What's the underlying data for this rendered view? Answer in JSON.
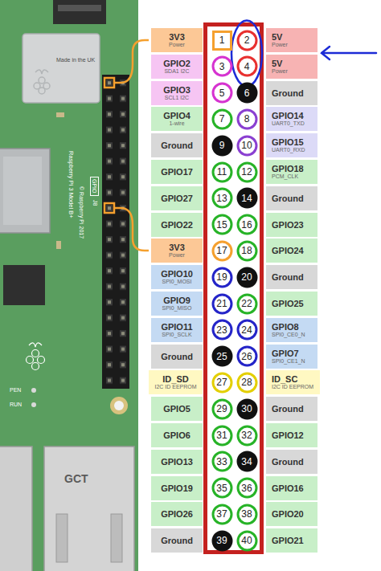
{
  "diagram": {
    "nodes": [
      {
        "text": [
          "3V3",
          "Power"
        ]
      },
      {
        "text": [
          "1"
        ]
      },
      {
        "text": [
          "2"
        ]
      },
      {
        "text": [
          "5V",
          "Power"
        ]
      },
      {
        "text": [
          "GPIO2",
          "SDA1 I2C"
        ]
      },
      {
        "text": [
          "3"
        ]
      },
      {
        "text": [
          "4"
        ]
      },
      {
        "text": [
          "5V",
          "Power"
        ]
      },
      {
        "text": [
          "GPIO3",
          "SCL1 I2C"
        ]
      },
      {
        "text": [
          "5"
        ]
      },
      {
        "text": [
          "6"
        ]
      },
      {
        "text": [
          "Ground"
        ]
      },
      {
        "text": [
          "GPIO4",
          "1-wire"
        ]
      },
      {
        "text": [
          "7"
        ]
      },
      {
        "text": [
          "8"
        ]
      },
      {
        "text": [
          "GPIO14",
          "UART0_TXD"
        ]
      },
      {
        "text": [
          "Ground"
        ]
      },
      {
        "text": [
          "9"
        ]
      },
      {
        "text": [
          "10"
        ]
      },
      {
        "text": [
          "GPIO15",
          "UART0_RXD"
        ]
      },
      {
        "text": [
          "GPIO17"
        ]
      },
      {
        "text": [
          "11"
        ]
      },
      {
        "text": [
          "12"
        ]
      },
      {
        "text": [
          "GPIO18",
          "PCM_CLK"
        ]
      },
      {
        "text": [
          "GPIO27"
        ]
      },
      {
        "text": [
          "13"
        ]
      },
      {
        "text": [
          "14"
        ]
      },
      {
        "text": [
          "Ground"
        ]
      },
      {
        "text": [
          "GPIO22"
        ]
      },
      {
        "text": [
          "15"
        ]
      },
      {
        "text": [
          "16"
        ]
      },
      {
        "text": [
          "GPIO23"
        ]
      },
      {
        "text": [
          "3V3",
          "Power"
        ]
      },
      {
        "text": [
          "17"
        ]
      },
      {
        "text": [
          "18"
        ]
      },
      {
        "text": [
          "GPIO24"
        ]
      },
      {
        "text": [
          "GPIO10",
          "SPI0_MOSI"
        ]
      },
      {
        "text": [
          "19"
        ]
      },
      {
        "text": [
          "20"
        ]
      },
      {
        "text": [
          "Ground"
        ]
      },
      {
        "text": [
          "GPIO9",
          "SPI0_MISO"
        ]
      },
      {
        "text": [
          "21"
        ]
      },
      {
        "text": [
          "22"
        ]
      },
      {
        "text": [
          "GPIO25"
        ]
      },
      {
        "text": [
          "GPIO11",
          "SPI0_SCLK"
        ]
      },
      {
        "text": [
          "23"
        ]
      },
      {
        "text": [
          "24"
        ]
      },
      {
        "text": [
          "GPIO8",
          "SPI0_CE0_N"
        ]
      },
      {
        "text": [
          "Ground"
        ]
      },
      {
        "text": [
          "25"
        ]
      },
      {
        "text": [
          "26"
        ]
      },
      {
        "text": [
          "GPIO7",
          "SPI0_CE1_N"
        ]
      },
      {
        "text": [
          "ID_SD",
          "I2C ID EEPROM"
        ]
      },
      {
        "text": [
          "27"
        ]
      },
      {
        "text": [
          "28"
        ]
      },
      {
        "text": [
          "ID_SC",
          "I2C ID EEPROM"
        ]
      },
      {
        "text": [
          "GPIO5"
        ]
      },
      {
        "text": [
          "29"
        ]
      },
      {
        "text": [
          "30"
        ]
      },
      {
        "text": [
          "Ground"
        ]
      },
      {
        "text": [
          "GPIO6"
        ]
      },
      {
        "text": [
          "31"
        ]
      },
      {
        "text": [
          "32"
        ]
      },
      {
        "text": [
          "GPIO12"
        ]
      },
      {
        "text": [
          "GPIO13"
        ]
      },
      {
        "text": [
          "33"
        ]
      },
      {
        "text": [
          "34"
        ]
      },
      {
        "text": [
          "Ground"
        ]
      },
      {
        "text": [
          "GPIO19"
        ]
      },
      {
        "text": [
          "35"
        ]
      },
      {
        "text": [
          "36"
        ]
      },
      {
        "text": [
          "GPIO16"
        ]
      },
      {
        "text": [
          "GPIO26"
        ]
      },
      {
        "text": [
          "37"
        ]
      },
      {
        "text": [
          "38"
        ]
      },
      {
        "text": [
          "GPIO20"
        ]
      },
      {
        "text": [
          "Ground"
        ]
      },
      {
        "text": [
          "39"
        ]
      },
      {
        "text": [
          "40"
        ]
      },
      {
        "text": [
          "GPIO21"
        ]
      }
    ],
    "labels": [
      "Made in the UK",
      "GPIO",
      "J8",
      "Raspberry Pi 3 Model B+",
      "© Raspberry Pi 2017",
      "PEN",
      "RUN",
      "GCT"
    ]
  }
}
